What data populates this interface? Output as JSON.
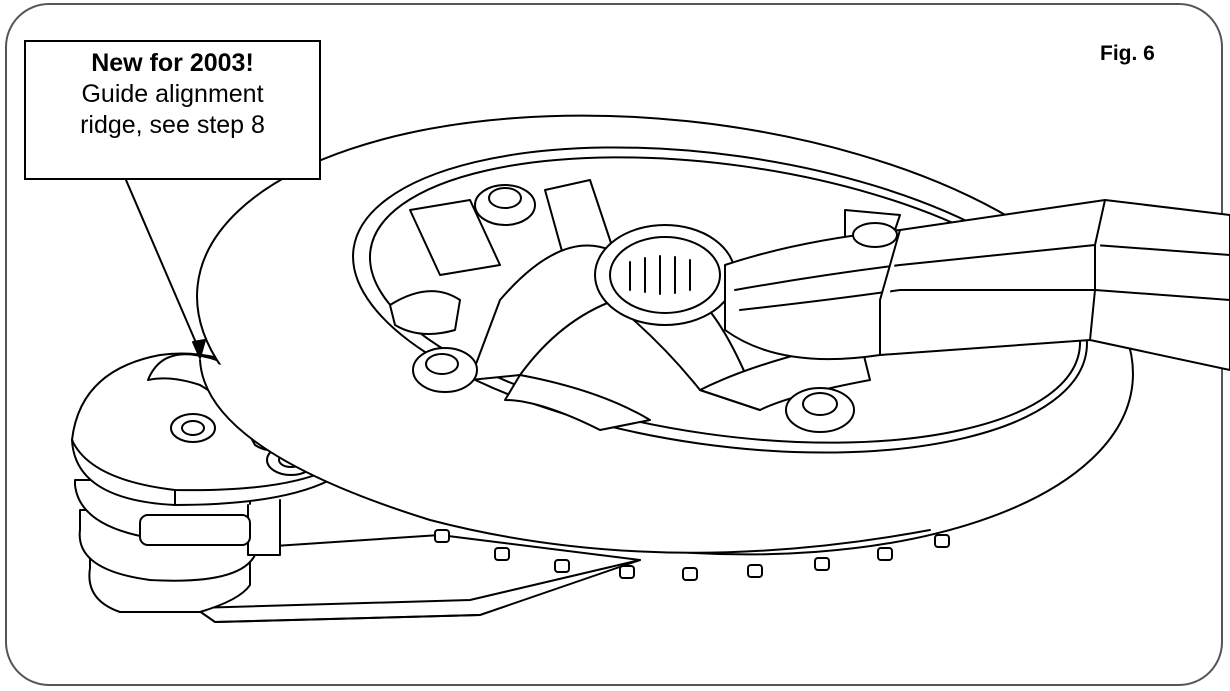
{
  "callout": {
    "title": "New for 2003!",
    "line1": "Guide alignment",
    "line2": "ridge, see step 8"
  },
  "figure_label": "Fig. 6",
  "colors": {
    "line": "#000000",
    "frame": "#555555",
    "background": "#ffffff"
  }
}
